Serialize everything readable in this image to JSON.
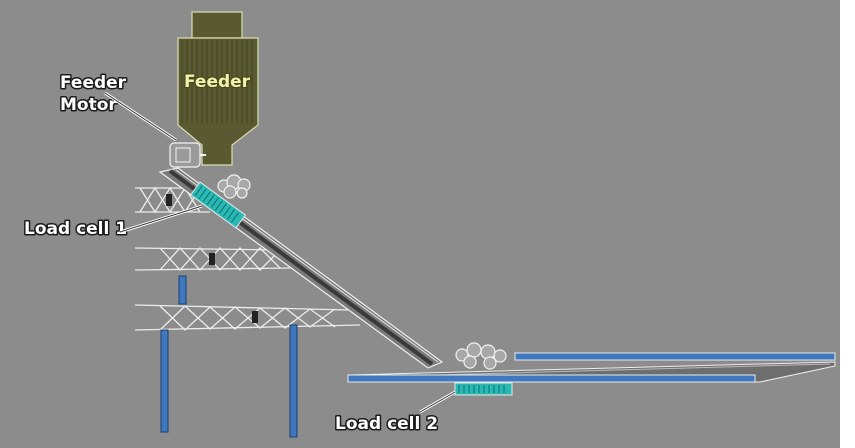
{
  "labels": {
    "feeder": "Feeder",
    "feeder_motor_line1": "Feeder",
    "feeder_motor_line2": "Motor",
    "load_cell_1": "Load cell 1",
    "load_cell_2": "Load cell 2"
  },
  "colors": {
    "background": "#8c8c8c",
    "feeder_body": "#5a5a32",
    "load_cell": "#29b8b4",
    "support_leg": "#3f78bf",
    "belt": "#4a4a4a"
  },
  "icons": {
    "motor": "motor-icon",
    "material": "material-pile-icon"
  }
}
